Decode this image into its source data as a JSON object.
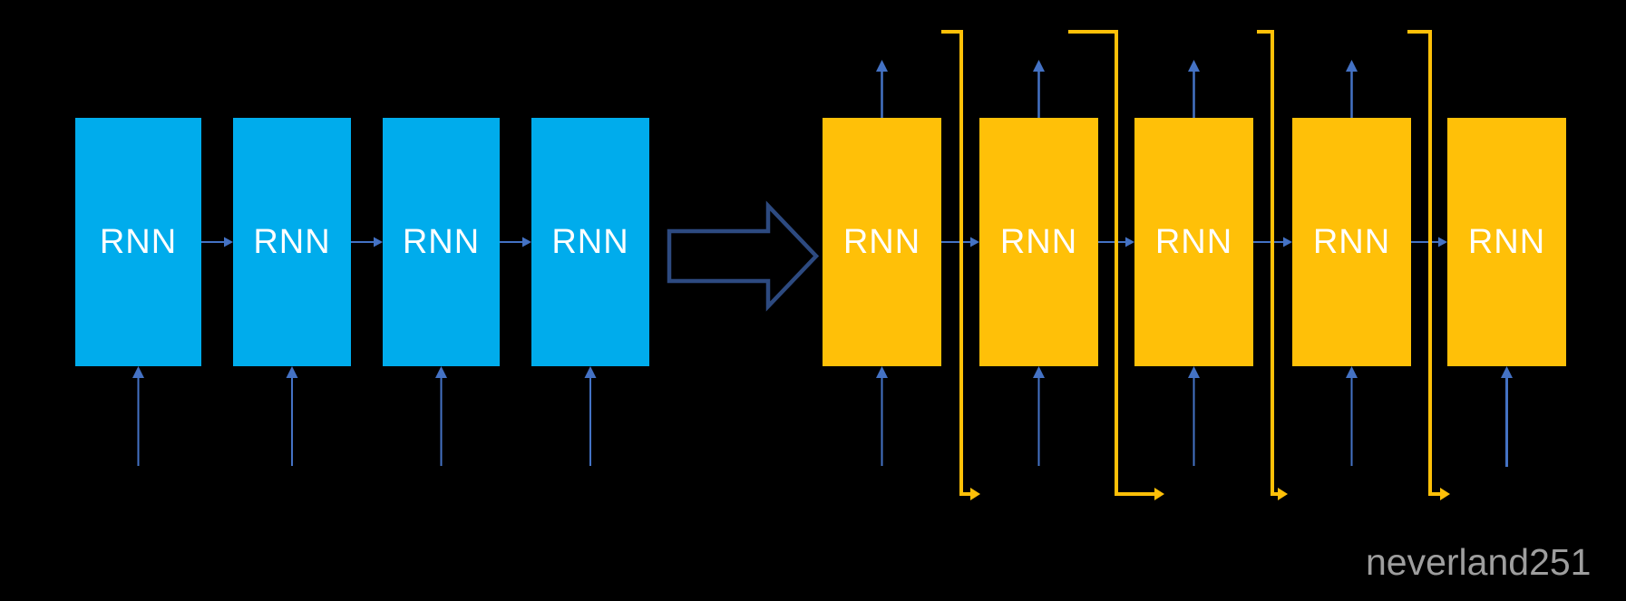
{
  "diagram": {
    "background_color": "#000000",
    "left_group": {
      "name": "standard-rnn-chain",
      "boxes": [
        {
          "label": "RNN"
        },
        {
          "label": "RNN"
        },
        {
          "label": "RNN"
        },
        {
          "label": "RNN"
        }
      ],
      "box_color": "#00ACEC",
      "label_color": "#FFFFFF",
      "arrow_color": "#4472C4"
    },
    "transform_arrow": {
      "outline_color": "#2D4A80"
    },
    "right_group": {
      "name": "skip-connection-rnn-chain",
      "boxes": [
        {
          "label": "RNN"
        },
        {
          "label": "RNN"
        },
        {
          "label": "RNN"
        },
        {
          "label": "RNN"
        },
        {
          "label": "RNN"
        }
      ],
      "box_color": "#FFC008",
      "label_color": "#FFFFFF",
      "arrow_color": "#4472C4",
      "skip_connection_color": "#FFC008",
      "skip_connection_count": 4,
      "output_arrow_count": 4
    },
    "watermark": {
      "text": "neverland251",
      "color": "#9E9E9E"
    }
  }
}
